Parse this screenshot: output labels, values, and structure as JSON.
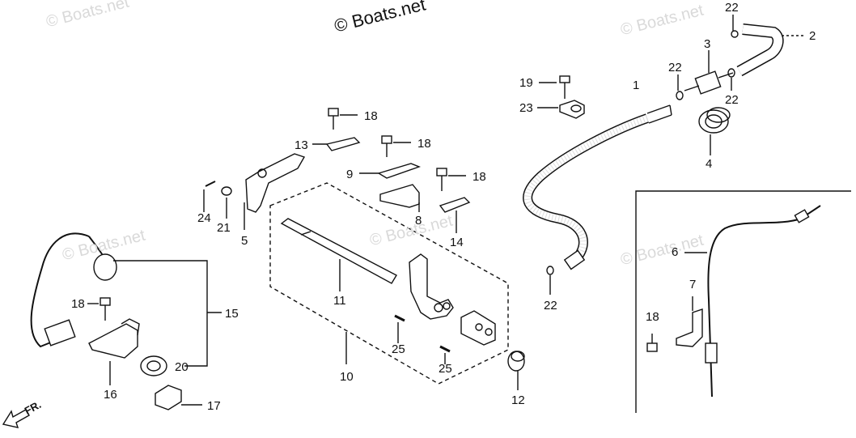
{
  "watermarks": {
    "main": "© Boats.net",
    "faint": "© Boats.net"
  },
  "direction": {
    "label": "FR."
  },
  "callouts": {
    "c1": "1",
    "c2": "2",
    "c3": "3",
    "c4": "4",
    "c5": "5",
    "c6": "6",
    "c7": "7",
    "c8": "8",
    "c9": "9",
    "c10": "10",
    "c11": "11",
    "c12": "12",
    "c13": "13",
    "c14": "14",
    "c15": "15",
    "c16": "16",
    "c17": "17",
    "c18a": "18",
    "c18b": "18",
    "c18c": "18",
    "c18d": "18",
    "c18e": "18",
    "c19": "19",
    "c20": "20",
    "c21": "21",
    "c22a": "22",
    "c22b": "22",
    "c22c": "22",
    "c22d": "22",
    "c23": "23",
    "c24": "24",
    "c25a": "25",
    "c25b": "25"
  }
}
